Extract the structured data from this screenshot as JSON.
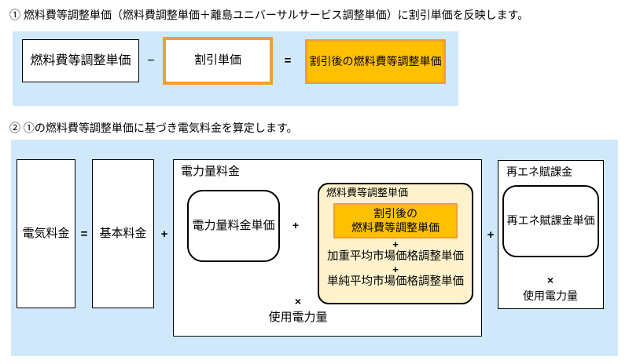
{
  "colors": {
    "panel_blue": "#cfe9fa",
    "orange_fill": "#ffc000",
    "orange_border": "#f09f33",
    "beige_fill": "#fff2cc",
    "border_black": "#000000"
  },
  "step1": {
    "heading": "① 燃料費等調整単価（燃料費調整単価＋離島ユニバーサルサービス調整単価）に割引単価を反映します。",
    "fuel_adjustment_unit_price": "燃料費等調整単価",
    "minus": "−",
    "discount_unit_price": "割引単価",
    "equals": "=",
    "discounted_fuel_adjustment_unit_price": "割引後の燃料費等調整単価"
  },
  "step2": {
    "heading": "② ①の燃料費等調整単価に基づき電気料金を算定します。",
    "electricity_charge": "電気料金",
    "equals": "=",
    "basic_charge": "基本料金",
    "plus_1": "+",
    "energy_charge": {
      "title": "電力量料金",
      "energy_unit_price": "電力量料金単価",
      "plus": "+",
      "fuel_adjustment": {
        "title": "燃料費等調整単価",
        "discounted_line1": "割引後の",
        "discounted_line2": "燃料費等調整単価",
        "plus_1": "+",
        "weighted_avg": "加重平均市場価格調整単価",
        "plus_2": "+",
        "simple_avg": "単純平均市場価格調整単価"
      },
      "times": "×",
      "usage": "使用電力量"
    },
    "plus_2": "+",
    "renewable_levy": {
      "title": "再エネ賦課金",
      "levy_unit_price": "再エネ賦課金単価",
      "times": "×",
      "usage": "使用電力量"
    }
  }
}
